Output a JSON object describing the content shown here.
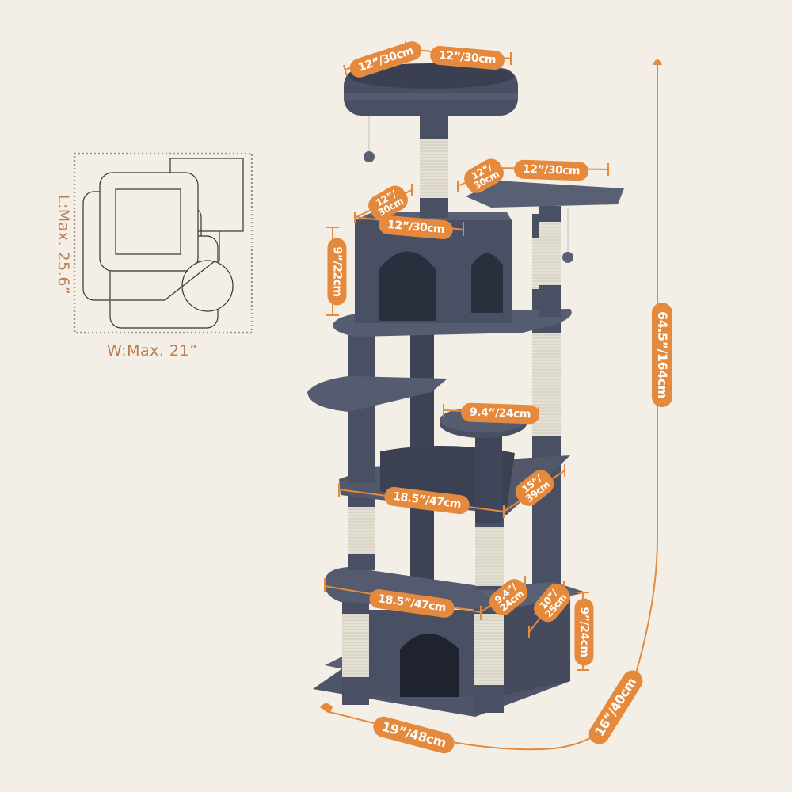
{
  "footprint_diagram": {
    "width_label": "W:Max. 21”",
    "length_label": "L:Max. 25.6”"
  },
  "product": {
    "name": "multi-level cat tree",
    "fur_color": "#4a5063",
    "sisal_color": "#e4e0d2"
  },
  "dimensions": {
    "top_perch_depth": "12”/30cm",
    "top_perch_width": "12”/30cm",
    "side_platform_depth": "12”/\n30cm",
    "side_platform_width": "12”/30cm",
    "condo_depth": "12”/\n30cm",
    "condo_width": "12”/30cm",
    "condo_height": "9”/22cm",
    "round_perch_diameter": "9.4”/24cm",
    "hammock_width": "18.5”/47cm",
    "hammock_depth": "15”/\n39cm",
    "lower_platform_width": "18.5”/47cm",
    "lower_platform_depth": "9.4”/\n24cm",
    "base_box_depth": "10”/\n25cm",
    "base_box_height": "9”/24cm",
    "base_width": "19”/48cm",
    "base_depth": "16”/40cm",
    "total_height": "64.5”/164cm"
  },
  "colors": {
    "accent": "#e58a3c",
    "background": "#f4efe6",
    "diagram_text": "#c07d52"
  }
}
